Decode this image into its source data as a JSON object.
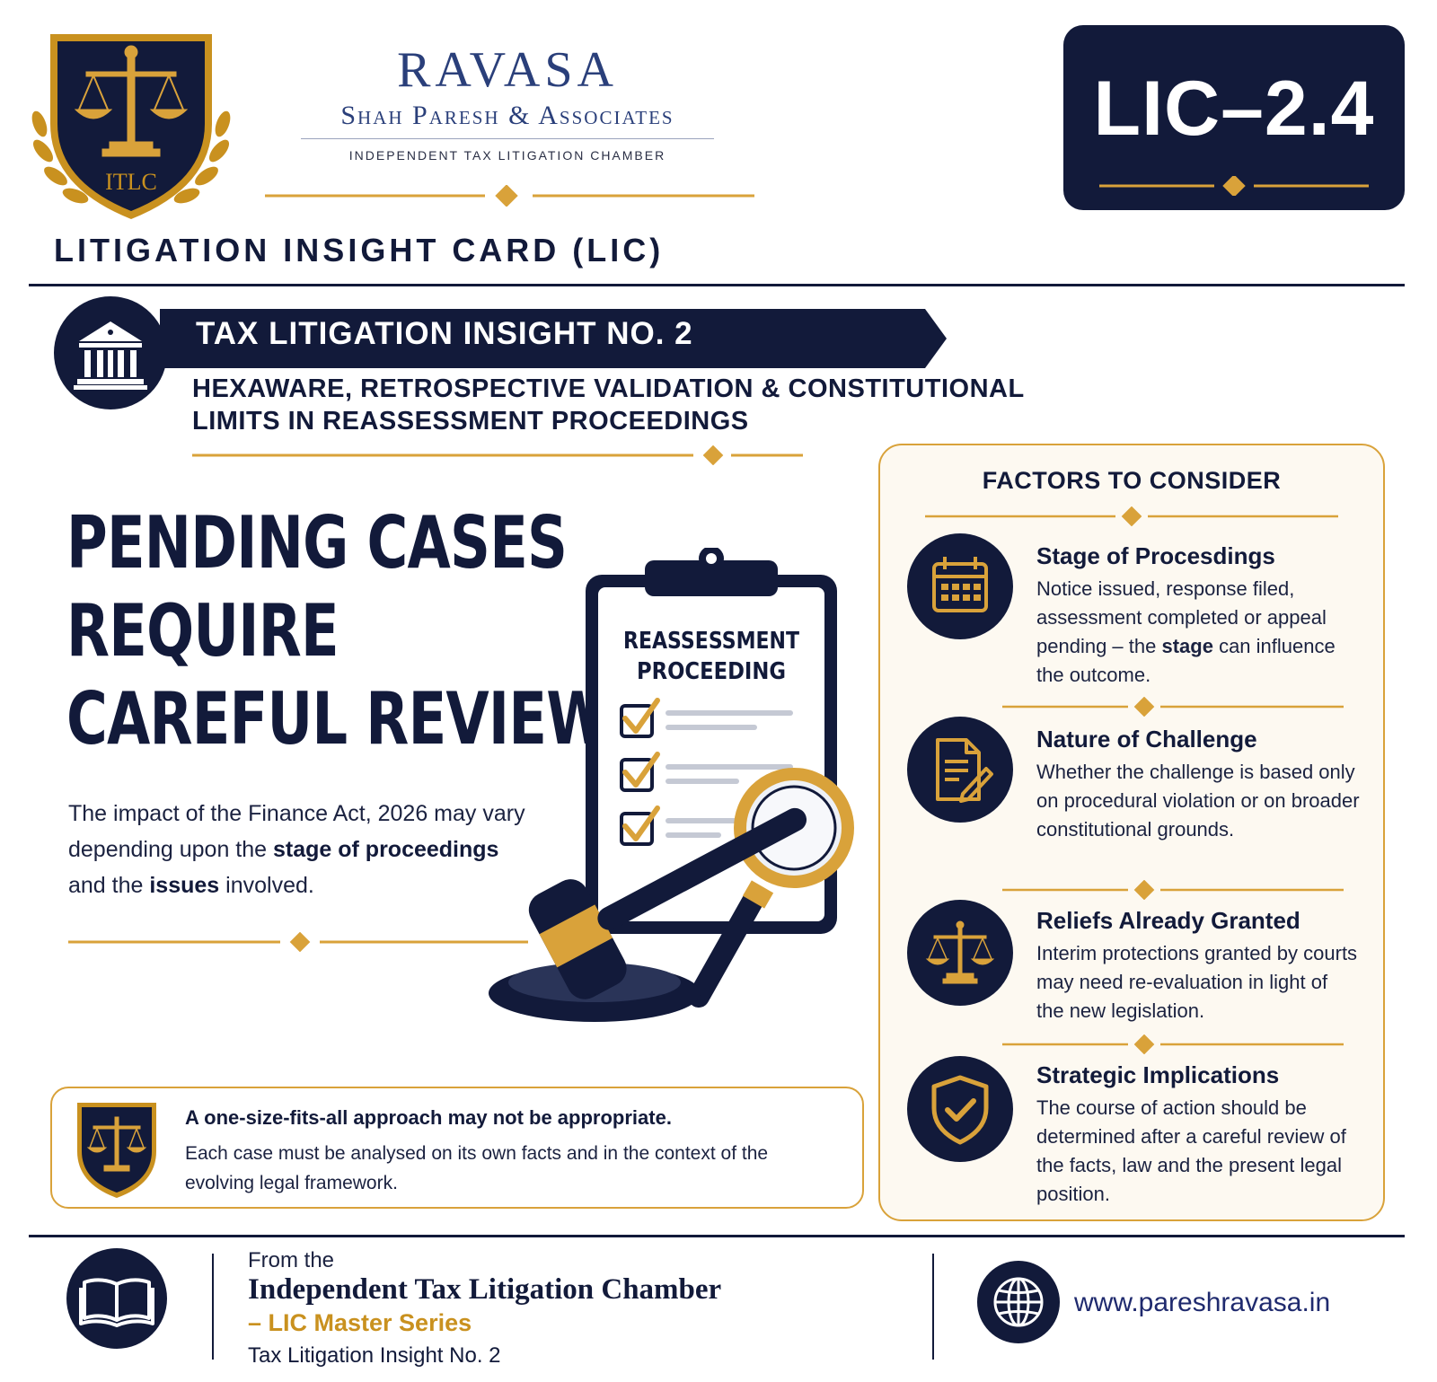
{
  "brand": {
    "crest_text": "ITLC",
    "name": "RAVASA",
    "firm": "Shah Paresh & Associates",
    "chamber": "INDEPENDENT TAX LITIGATION CHAMBER"
  },
  "code": "LIC–2.4",
  "card_title": "LITIGATION INSIGHT CARD (LIC)",
  "insight": {
    "banner": "TAX LITIGATION INSIGHT NO. 2",
    "subtitle_line1": "HEXAWARE, RETROSPECTIVE VALIDATION & CONSTITUTIONAL",
    "subtitle_line2": "LIMITS IN REASSESSMENT PROCEEDINGS"
  },
  "headline": {
    "line1": "PENDING CASES",
    "line2": "REQUIRE",
    "line3": "CAREFUL REVIEW"
  },
  "impact": {
    "part1": "The impact of the Finance Act, 2026 may vary depending upon the ",
    "bold1": "stage of proceedings",
    "part2": " and the ",
    "bold2": "issues",
    "part3": " involved."
  },
  "clipboard": {
    "line1": "REASSESSMENT",
    "line2": "PROCEEDING"
  },
  "note": {
    "bold": "A one-size-fits-all approach may not be appropriate.",
    "body": "Each case must be analysed on its own facts and in the context of the evolving legal framework."
  },
  "factors": {
    "title": "FACTORS TO CONSIDER",
    "items": [
      {
        "icon": "calendar-icon",
        "title": "Stage of Procesdings",
        "desc_pre": "Notice issued, response filed, assessment completed or appeal pending – the ",
        "desc_bold": "stage",
        "desc_post": " can influence the outcome."
      },
      {
        "icon": "document-pen-icon",
        "title": "Nature of Challenge",
        "desc_pre": "Whether the challenge is based only on procedural violation or on broader constitutional grounds.",
        "desc_bold": "",
        "desc_post": ""
      },
      {
        "icon": "scales-icon",
        "title": "Reliefs Already Granted",
        "desc_pre": "Interim protections granted by courts may need re-evaluation in light of the new legislation.",
        "desc_bold": "",
        "desc_post": ""
      },
      {
        "icon": "shield-check-icon",
        "title": "Strategic Implications",
        "desc_pre": "The course of action should be determined after a careful review of the facts, law and the present legal position.",
        "desc_bold": "",
        "desc_post": ""
      }
    ]
  },
  "footer": {
    "from": "From the",
    "chamber": "Independent Tax Litigation Chamber",
    "series": "– LIC Master Series",
    "insight": "Tax Litigation Insight No. 2",
    "website": "www.pareshravasa.in"
  },
  "colors": {
    "navy": "#121a3a",
    "gold": "#c9911f",
    "panel_bg": "#fdf9f1"
  }
}
